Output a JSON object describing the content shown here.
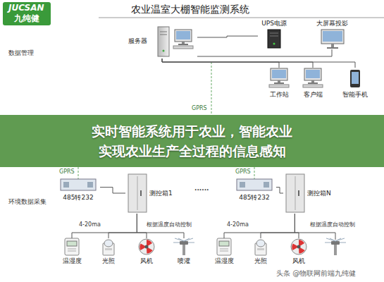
{
  "diagram": {
    "title": "农业温室大棚智能监测系统",
    "caption": "实时智能系统用于农业，智能农业 实现农业生产全过程的信息感知",
    "nodes": [
      {
        "text": [
          "服务器"
        ]
      },
      {
        "text": [
          "UPS电源"
        ]
      },
      {
        "text": [
          "大屏幕投影"
        ]
      },
      {
        "text": [
          "工作站"
        ]
      },
      {
        "text": [
          "客户端"
        ]
      },
      {
        "text": [
          "智能手机"
        ]
      },
      {
        "text": [
          "485转232"
        ]
      },
      {
        "text": [
          "测控箱1"
        ]
      },
      {
        "text": [
          "温湿度"
        ]
      },
      {
        "text": [
          "光照"
        ]
      },
      {
        "text": [
          "风机"
        ]
      },
      {
        "text": [
          "喷灌"
        ]
      },
      {
        "text": [
          "485转232"
        ]
      },
      {
        "text": [
          "测控箱N"
        ]
      },
      {
        "text": [
          "温湿度"
        ]
      },
      {
        "text": [
          "光照"
        ]
      },
      {
        "text": [
          "风机"
        ]
      }
    ],
    "edges": [
      {
        "from": 0,
        "to": 1,
        "arrow": "none"
      },
      {
        "from": 0,
        "to": 2,
        "arrow": "none"
      },
      {
        "from": 0,
        "to": 3,
        "arrow": "none"
      },
      {
        "from": 0,
        "to": 4,
        "arrow": "none"
      },
      {
        "from": 0,
        "to": 5,
        "arrow": "none"
      },
      {
        "from": 6,
        "to": 7,
        "arrow": "none"
      },
      {
        "from": 7,
        "to": 8,
        "arrow": "none"
      },
      {
        "from": 7,
        "to": 9,
        "arrow": "none"
      },
      {
        "from": 7,
        "to": 10,
        "arrow": "none"
      },
      {
        "from": 7,
        "to": 11,
        "arrow": "none"
      },
      {
        "from": 12,
        "to": 13,
        "arrow": "none"
      },
      {
        "from": 13,
        "to": 14,
        "arrow": "none"
      },
      {
        "from": 13,
        "to": 15,
        "arrow": "none"
      },
      {
        "from": 13,
        "to": 16,
        "arrow": "none"
      }
    ],
    "labels": [
      "JUCSAN",
      "九纯健",
      "数据管理",
      "环境数据采集",
      "GPRS",
      "GPRS",
      "GPRS",
      "......",
      "4-20ma",
      "根据温度自动控制",
      "4-20ma",
      "根据温度自动控制",
      "头条 @物联网前端九纯健"
    ]
  }
}
